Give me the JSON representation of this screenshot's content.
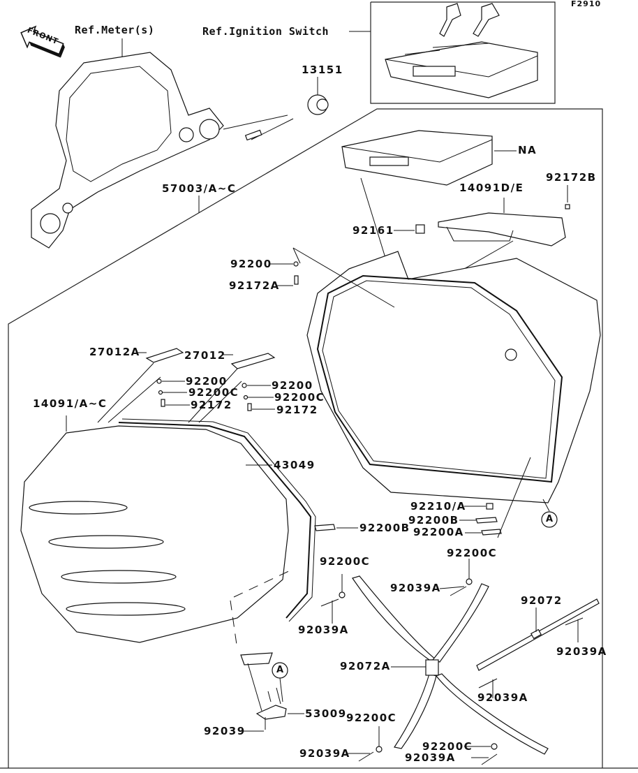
{
  "diagram": {
    "figure_code": "F2910",
    "front_arrow_text": "FRONT",
    "references": {
      "meter": "Ref.Meter(s)",
      "ignition_switch": "Ref.Ignition Switch"
    },
    "callout_circle": "A",
    "labels": {
      "p13151": "13151",
      "p57003": "57003/A~C",
      "pNA": "NA",
      "p14091DE": "14091D/E",
      "p92172B": "92172B",
      "p92161": "92161",
      "p92200_top": "92200",
      "p92172A": "92172A",
      "p27012A": "27012A",
      "p27012": "27012",
      "p92200_l": "92200",
      "p92200C_l": "92200C",
      "p92172_l": "92172",
      "p92200_r": "92200",
      "p92200C_r": "92200C",
      "p92172_r": "92172",
      "p14091AC": "14091/A~C",
      "p43049": "43049",
      "p92210A": "92210/A",
      "p92200B_r": "92200B",
      "p92200A": "92200A",
      "p92200B_l": "92200B",
      "p92200C_a": "92200C",
      "p92200C_b": "92200C",
      "p92039A_a": "92039A",
      "p92039A_b": "92039A",
      "p92072": "92072",
      "p92039A_c": "92039A",
      "p92072A": "92072A",
      "p92039A_d": "92039A",
      "p53009": "53009",
      "p92039": "92039",
      "p92200C_c": "92200C",
      "p92039A_e": "92039A",
      "p92200C_d": "92200C",
      "p92039A_f": "92039A"
    }
  }
}
